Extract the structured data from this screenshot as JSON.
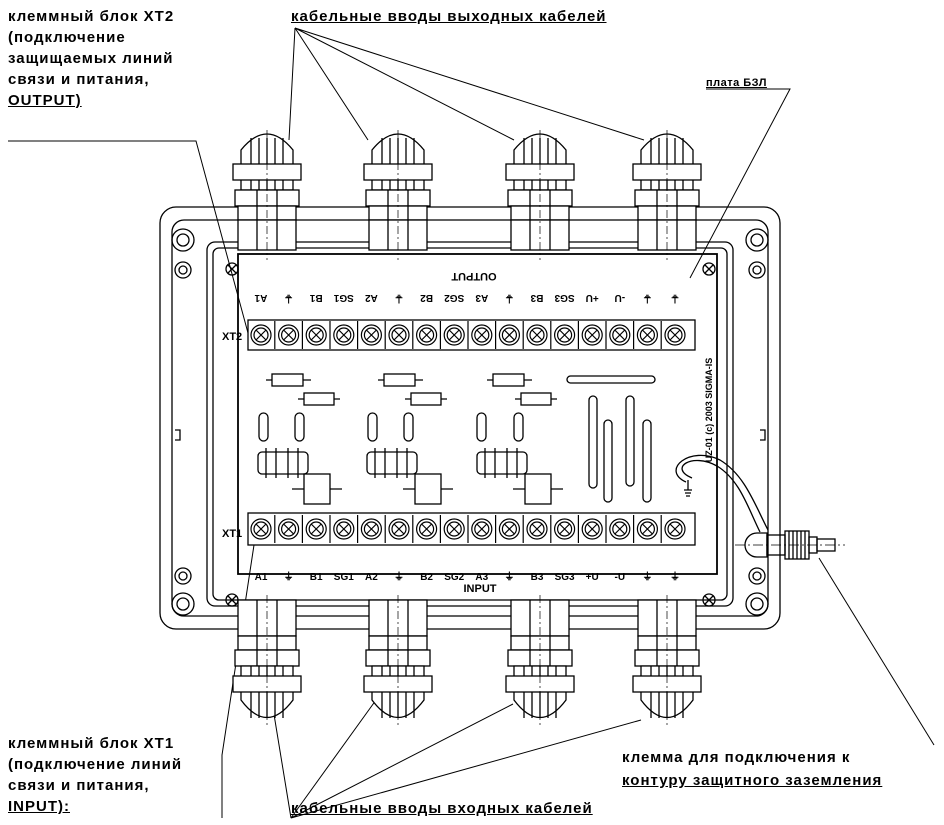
{
  "callouts": {
    "xt2": [
      "клеммный блок XT2",
      "(подключение",
      "защищаемых линий",
      "связи и питания,",
      "OUTPUT)"
    ],
    "out_glands": "кабельные вводы выходных кабелей",
    "board": "плата БЗЛ",
    "xt1": [
      "клеммный блок XT1",
      "(подключение линий",
      "связи и питания,",
      "INPUT):"
    ],
    "in_glands": "кабельные вводы входных кабелей",
    "ground": [
      "клемма для подключения к",
      "контуру защитного заземления"
    ]
  },
  "board": {
    "output_title": "OUTPUT",
    "input_title": "INPUT",
    "xt2_label": "XT2",
    "xt1_label": "XT1",
    "copyright": "UZ-01 (c) 2003 SIGMA-IS",
    "output_terms": [
      "A1",
      "⏚",
      "B1",
      "SG1",
      "A2",
      "⏚",
      "B2",
      "SG2",
      "A3",
      "⏚",
      "B3",
      "SG3",
      "+U",
      "-U",
      "⏚",
      "⏚"
    ],
    "input_terms": [
      "A1",
      "⏚",
      "B1",
      "SG1",
      "A2",
      "⏚",
      "B2",
      "SG2",
      "A3",
      "⏚",
      "B3",
      "SG3",
      "+U",
      "-U",
      "⏚",
      "⏚"
    ]
  }
}
